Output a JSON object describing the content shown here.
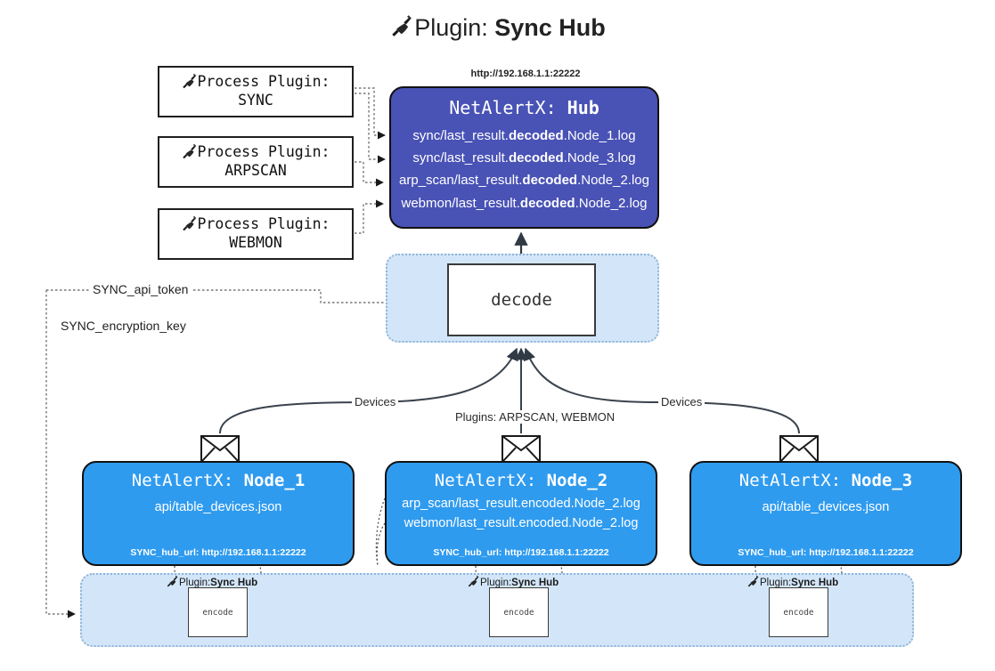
{
  "title": {
    "icon": "plug-icon",
    "prefix": "Plugin: ",
    "name": "Sync Hub"
  },
  "process_plugins": [
    {
      "icon": "plug-icon",
      "label": "Process Plugin:",
      "name": "SYNC"
    },
    {
      "icon": "plug-icon",
      "label": "Process Plugin:",
      "name": "ARPSCAN"
    },
    {
      "icon": "plug-icon",
      "label": "Process Plugin:",
      "name": "WEBMON"
    }
  ],
  "hub": {
    "url": "http://192.168.1.1:22222",
    "title_prefix": "NetAlertX: ",
    "title_name": "Hub",
    "fill_color": "#4952b5",
    "logs": [
      {
        "pre": "sync/last_result.",
        "mid": "decoded",
        "post": ".Node_1.log"
      },
      {
        "pre": "sync/last_result.",
        "mid": "decoded",
        "post": ".Node_3.log"
      },
      {
        "pre": "arp_scan/last_result.",
        "mid": "decoded",
        "post": ".Node_2.log"
      },
      {
        "pre": "webmon/last_result.",
        "mid": "decoded",
        "post": ".Node_2.log"
      }
    ]
  },
  "decode": {
    "label": "decode"
  },
  "config": {
    "api_token": "SYNC_api_token",
    "encryption_key": "SYNC_encryption_key"
  },
  "edge_labels": {
    "devices_left": "Devices",
    "devices_right": "Devices",
    "plugins_mid": "Plugins: ARPSCAN, WEBMON"
  },
  "nodes": [
    {
      "title_prefix": "NetAlertX: ",
      "title_name": "Node_1",
      "lines": [
        "api/table_devices.json"
      ],
      "footer": "SYNC_hub_url: http://192.168.1.1:22222",
      "fill_color": "#2f9bef"
    },
    {
      "title_prefix": "NetAlertX: ",
      "title_name": "Node_2",
      "lines": [
        "arp_scan/last_result.encoded.Node_2.log",
        "webmon/last_result.encoded.Node_2.log"
      ],
      "footer": "SYNC_hub_url: http://192.168.1.1:22222",
      "fill_color": "#2f9bef"
    },
    {
      "title_prefix": "NetAlertX: ",
      "title_name": "Node_3",
      "lines": [
        "api/table_devices.json"
      ],
      "footer": "SYNC_hub_url: http://192.168.1.1:22222",
      "fill_color": "#2f9bef"
    }
  ],
  "encoders": [
    {
      "plugin_prefix": "Plugin: ",
      "plugin_name": "Sync Hub",
      "label": "encode"
    },
    {
      "plugin_prefix": "Plugin: ",
      "plugin_name": "Sync Hub",
      "label": "encode"
    },
    {
      "plugin_prefix": "Plugin: ",
      "plugin_name": "Sync Hub",
      "label": "encode"
    }
  ]
}
